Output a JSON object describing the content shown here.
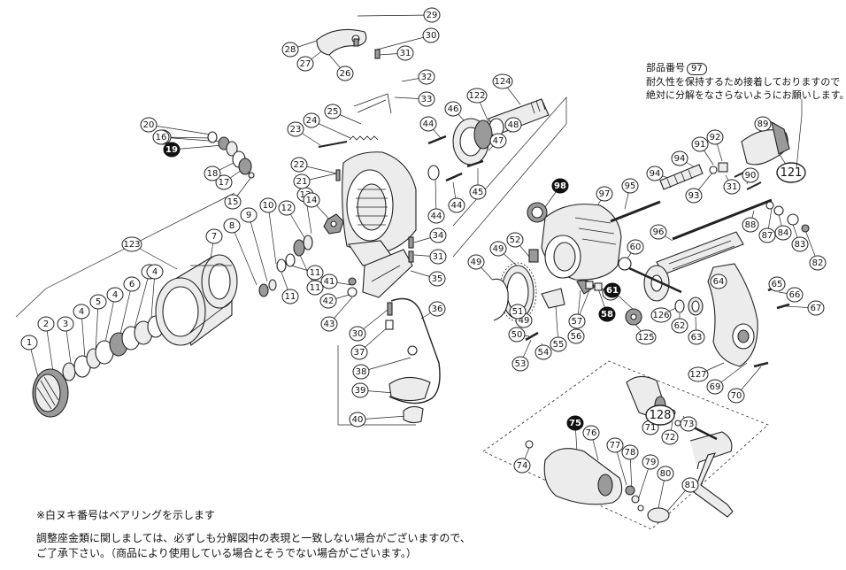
{
  "callout": {
    "part_label": "部品番号",
    "part_number": "97",
    "line2": "耐久性を保持するため接着しておりますので",
    "line3": "絶対に分解をなさらないようにお願いします。"
  },
  "notes": {
    "bearing": "※白ヌキ番号はベアリングを示します",
    "adjust_line1": "調整座金類に関しましては、必ずしも分解図中の表現と一致しない場合がございますので、",
    "adjust_line2": "ご了承下さい。（商品により使用している場合とそうでない場合がございます。）"
  },
  "callouts": [
    {
      "label": "1",
      "bearing": false
    },
    {
      "label": "2",
      "bearing": false
    },
    {
      "label": "3",
      "bearing": false
    },
    {
      "label": "4",
      "bearing": false
    },
    {
      "label": "5",
      "bearing": false
    },
    {
      "label": "4",
      "bearing": false
    },
    {
      "label": "6",
      "bearing": false
    },
    {
      "label": "4",
      "bearing": false
    },
    {
      "label": "4",
      "bearing": false
    },
    {
      "label": "7",
      "bearing": false
    },
    {
      "label": "8",
      "bearing": false
    },
    {
      "label": "9",
      "bearing": false
    },
    {
      "label": "10",
      "bearing": false
    },
    {
      "label": "11",
      "bearing": false
    },
    {
      "label": "11",
      "bearing": false
    },
    {
      "label": "11",
      "bearing": false
    },
    {
      "label": "12",
      "bearing": false
    },
    {
      "label": "13",
      "bearing": false
    },
    {
      "label": "14",
      "bearing": false
    },
    {
      "label": "15",
      "bearing": false
    },
    {
      "label": "15",
      "bearing": false
    },
    {
      "label": "16",
      "bearing": false
    },
    {
      "label": "17",
      "bearing": false
    },
    {
      "label": "18",
      "bearing": false
    },
    {
      "label": "19",
      "bearing": true
    },
    {
      "label": "20",
      "bearing": false
    },
    {
      "label": "21",
      "bearing": false
    },
    {
      "label": "22",
      "bearing": false
    },
    {
      "label": "23",
      "bearing": false
    },
    {
      "label": "24",
      "bearing": false
    },
    {
      "label": "25",
      "bearing": false
    },
    {
      "label": "26",
      "bearing": false
    },
    {
      "label": "27",
      "bearing": false
    },
    {
      "label": "28",
      "bearing": false
    },
    {
      "label": "29",
      "bearing": false
    },
    {
      "label": "30",
      "bearing": false
    },
    {
      "label": "31",
      "bearing": false
    },
    {
      "label": "32",
      "bearing": false
    },
    {
      "label": "33",
      "bearing": false
    },
    {
      "label": "34",
      "bearing": false
    },
    {
      "label": "31",
      "bearing": false
    },
    {
      "label": "35",
      "bearing": false
    },
    {
      "label": "36",
      "bearing": false
    },
    {
      "label": "30",
      "bearing": false
    },
    {
      "label": "37",
      "bearing": false
    },
    {
      "label": "38",
      "bearing": false
    },
    {
      "label": "39",
      "bearing": false
    },
    {
      "label": "40",
      "bearing": false
    },
    {
      "label": "41",
      "bearing": false
    },
    {
      "label": "42",
      "bearing": false
    },
    {
      "label": "43",
      "bearing": false
    },
    {
      "label": "44",
      "bearing": false
    },
    {
      "label": "44",
      "bearing": false
    },
    {
      "label": "44",
      "bearing": false
    },
    {
      "label": "45",
      "bearing": false
    },
    {
      "label": "46",
      "bearing": false
    },
    {
      "label": "47",
      "bearing": false
    },
    {
      "label": "48",
      "bearing": false
    },
    {
      "label": "49",
      "bearing": false
    },
    {
      "label": "49",
      "bearing": false
    },
    {
      "label": "49",
      "bearing": false
    },
    {
      "label": "50",
      "bearing": false
    },
    {
      "label": "51",
      "bearing": false
    },
    {
      "label": "52",
      "bearing": false
    },
    {
      "label": "53",
      "bearing": false
    },
    {
      "label": "54",
      "bearing": false
    },
    {
      "label": "55",
      "bearing": false
    },
    {
      "label": "56",
      "bearing": false
    },
    {
      "label": "57",
      "bearing": false
    },
    {
      "label": "58",
      "bearing": true
    },
    {
      "label": "59",
      "bearing": false
    },
    {
      "label": "60",
      "bearing": false
    },
    {
      "label": "61",
      "bearing": true
    },
    {
      "label": "62",
      "bearing": false
    },
    {
      "label": "63",
      "bearing": false
    },
    {
      "label": "64",
      "bearing": false
    },
    {
      "label": "65",
      "bearing": false
    },
    {
      "label": "66",
      "bearing": false
    },
    {
      "label": "67",
      "bearing": false
    },
    {
      "label": "69",
      "bearing": false
    },
    {
      "label": "70",
      "bearing": false
    },
    {
      "label": "71",
      "bearing": false
    },
    {
      "label": "72",
      "bearing": false
    },
    {
      "label": "73",
      "bearing": false
    },
    {
      "label": "74",
      "bearing": false
    },
    {
      "label": "75",
      "bearing": true
    },
    {
      "label": "76",
      "bearing": false
    },
    {
      "label": "77",
      "bearing": false
    },
    {
      "label": "78",
      "bearing": false
    },
    {
      "label": "79",
      "bearing": false
    },
    {
      "label": "80",
      "bearing": false
    },
    {
      "label": "81",
      "bearing": false
    },
    {
      "label": "82",
      "bearing": false
    },
    {
      "label": "83",
      "bearing": false
    },
    {
      "label": "84",
      "bearing": false
    },
    {
      "label": "87",
      "bearing": false
    },
    {
      "label": "88",
      "bearing": false
    },
    {
      "label": "89",
      "bearing": false
    },
    {
      "label": "90",
      "bearing": false
    },
    {
      "label": "31",
      "bearing": false
    },
    {
      "label": "91",
      "bearing": false
    },
    {
      "label": "92",
      "bearing": false
    },
    {
      "label": "93",
      "bearing": false
    },
    {
      "label": "94",
      "bearing": false
    },
    {
      "label": "94",
      "bearing": false
    },
    {
      "label": "95",
      "bearing": false
    },
    {
      "label": "96",
      "bearing": false
    },
    {
      "label": "97",
      "bearing": false
    },
    {
      "label": "98",
      "bearing": true
    },
    {
      "label": "121",
      "bearing": false,
      "large": true
    },
    {
      "label": "122",
      "bearing": false
    },
    {
      "label": "123",
      "bearing": false
    },
    {
      "label": "124",
      "bearing": false
    },
    {
      "label": "125",
      "bearing": false
    },
    {
      "label": "126",
      "bearing": false
    },
    {
      "label": "127",
      "bearing": false
    },
    {
      "label": "128",
      "bearing": false,
      "large": true
    }
  ]
}
